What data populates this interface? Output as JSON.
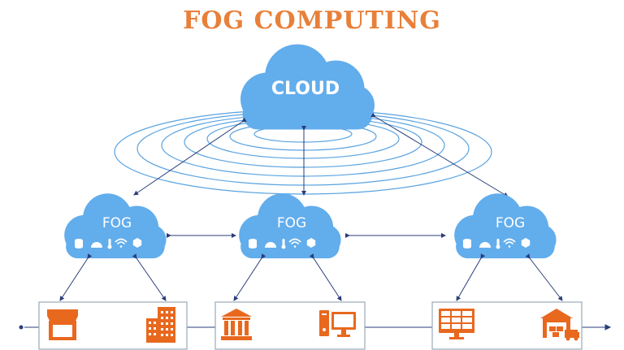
{
  "title": "FOG COMPUTING",
  "cloud": {
    "label": "CLOUD"
  },
  "fog_nodes": [
    {
      "label": "FOG"
    },
    {
      "label": "FOG"
    },
    {
      "label": "FOG"
    }
  ],
  "colors": {
    "title": "#e8803a",
    "cloud_fill": "#62adec",
    "line": "#4a90d0",
    "arrow": "#2a3d7a",
    "icon_orange": "#e8681e",
    "box_border": "#9aaab8"
  },
  "device_groups": [
    {
      "icons": [
        "storefront-icon",
        "office-building-icon"
      ]
    },
    {
      "icons": [
        "bank-icon",
        "desktop-computer-icon"
      ]
    },
    {
      "icons": [
        "monitor-dashboard-icon",
        "warehouse-truck-icon"
      ]
    }
  ],
  "fog_icons": [
    "database-icon",
    "dome-sensor-icon",
    "thermometer-icon",
    "wifi-icon",
    "hexagon-icon"
  ]
}
